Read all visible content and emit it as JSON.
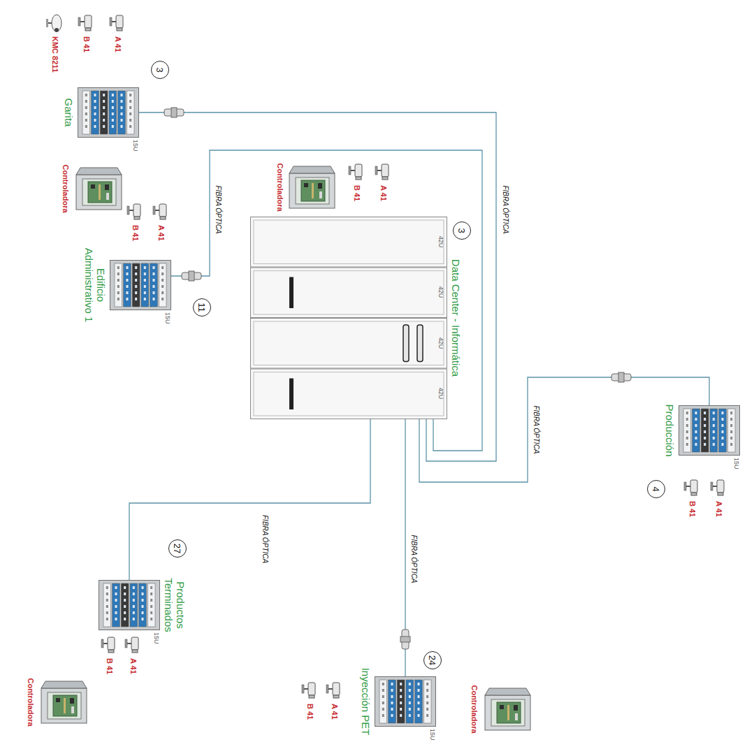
{
  "diagram": {
    "nodes": [
      {
        "text": [
          "Garita"
        ]
      },
      {
        "text": [
          "3"
        ]
      },
      {
        "text": [
          "Edificio Administrativo 1"
        ]
      },
      {
        "text": [
          "11"
        ]
      },
      {
        "text": [
          "Data Center - Informática"
        ]
      },
      {
        "text": [
          "3"
        ]
      },
      {
        "text": [
          "Producción"
        ]
      },
      {
        "text": [
          "4"
        ]
      },
      {
        "text": [
          "Productos Terminados"
        ]
      },
      {
        "text": [
          "27"
        ]
      },
      {
        "text": [
          "Inyección PET"
        ]
      },
      {
        "text": [
          "24"
        ]
      }
    ],
    "edges": [
      {
        "from": 0,
        "to": 4,
        "arrow": "none",
        "label": "FIBRA ÓPTICA"
      },
      {
        "from": 2,
        "to": 4,
        "arrow": "none",
        "label": "FIBRA ÓPTICA"
      },
      {
        "from": 6,
        "to": 4,
        "arrow": "none",
        "label": "FIBRA ÓPTICA"
      },
      {
        "from": 8,
        "to": 4,
        "arrow": "none",
        "label": "FIBRA ÓPTICA"
      },
      {
        "from": 10,
        "to": 4,
        "arrow": "none",
        "label": "FIBRA ÓPTICA"
      }
    ],
    "labels": [
      "KMC 8211",
      "B 41",
      "A 41",
      "15U",
      "Controladora",
      "B 41",
      "A 41",
      "42U",
      "42U",
      "42U",
      "42U",
      "Controladora",
      "B 41",
      "A 41",
      "15U",
      "B 41",
      "A 41",
      "15U",
      "Controladora",
      "B 41",
      "A 41",
      "15U",
      "Controladora",
      "B 41",
      "A 41",
      "15U"
    ]
  }
}
